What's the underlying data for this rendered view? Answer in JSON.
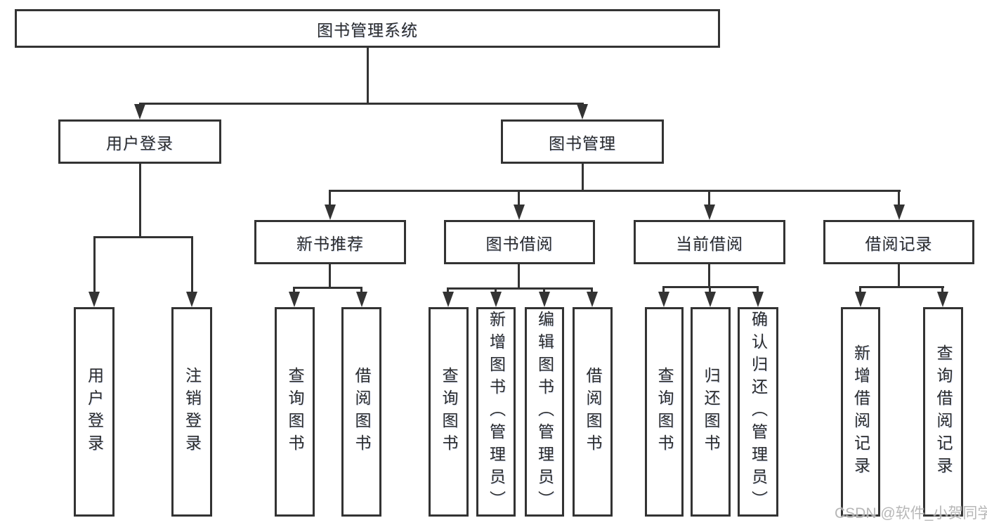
{
  "diagram": {
    "tree": {
      "label": "图书管理系统",
      "children": [
        {
          "label": "用户登录",
          "children": [
            {
              "label": "用户登录"
            },
            {
              "label": "注销登录"
            }
          ]
        },
        {
          "label": "图书管理",
          "children": [
            {
              "label": "新书推荐",
              "children": [
                {
                  "label": "查询图书"
                },
                {
                  "label": "借阅图书"
                }
              ]
            },
            {
              "label": "图书借阅",
              "children": [
                {
                  "label": "查询图书"
                },
                {
                  "label": "新增图书（管理员）"
                },
                {
                  "label": "编辑图书（管理员）"
                },
                {
                  "label": "借阅图书"
                }
              ]
            },
            {
              "label": "当前借阅",
              "children": [
                {
                  "label": "查询图书"
                },
                {
                  "label": "归还图书"
                },
                {
                  "label": "确认归还（管理员）"
                }
              ]
            },
            {
              "label": "借阅记录",
              "children": [
                {
                  "label": "新增借阅记录"
                },
                {
                  "label": "查询借阅记录"
                }
              ]
            }
          ]
        }
      ]
    }
  },
  "watermark": {
    "text": "CSDN @软件_小贺同学"
  },
  "colors": {
    "line": "#333333",
    "text": "#2b2b2b",
    "watermark": "#b0b0b0",
    "background": "#ffffff"
  }
}
